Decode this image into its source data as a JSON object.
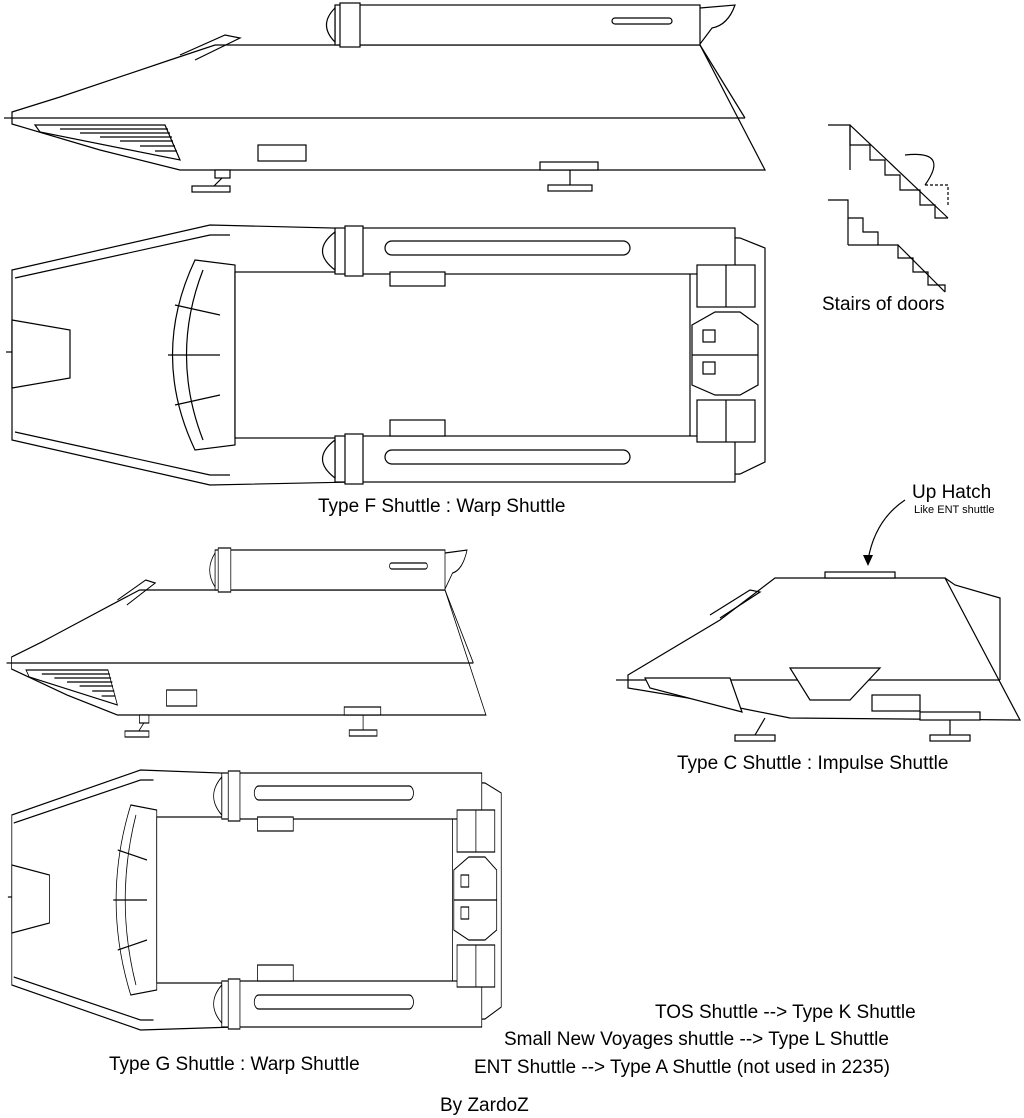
{
  "labels": {
    "stairs": "Stairs of  doors",
    "type_f": "Type F Shuttle : Warp Shuttle",
    "up_hatch": "Up Hatch",
    "up_hatch_note": "Like ENT shuttle",
    "type_c": "Type C Shuttle : Impulse Shuttle",
    "type_g": "Type G Shuttle : Warp Shuttle",
    "notes": [
      "TOS Shuttle --> Type K Shuttle",
      "Small New Voyages shuttle --> Type L Shuttle",
      "ENT Shuttle --> Type A Shuttle (not used in 2235)"
    ],
    "credit": "By ZardoZ"
  }
}
